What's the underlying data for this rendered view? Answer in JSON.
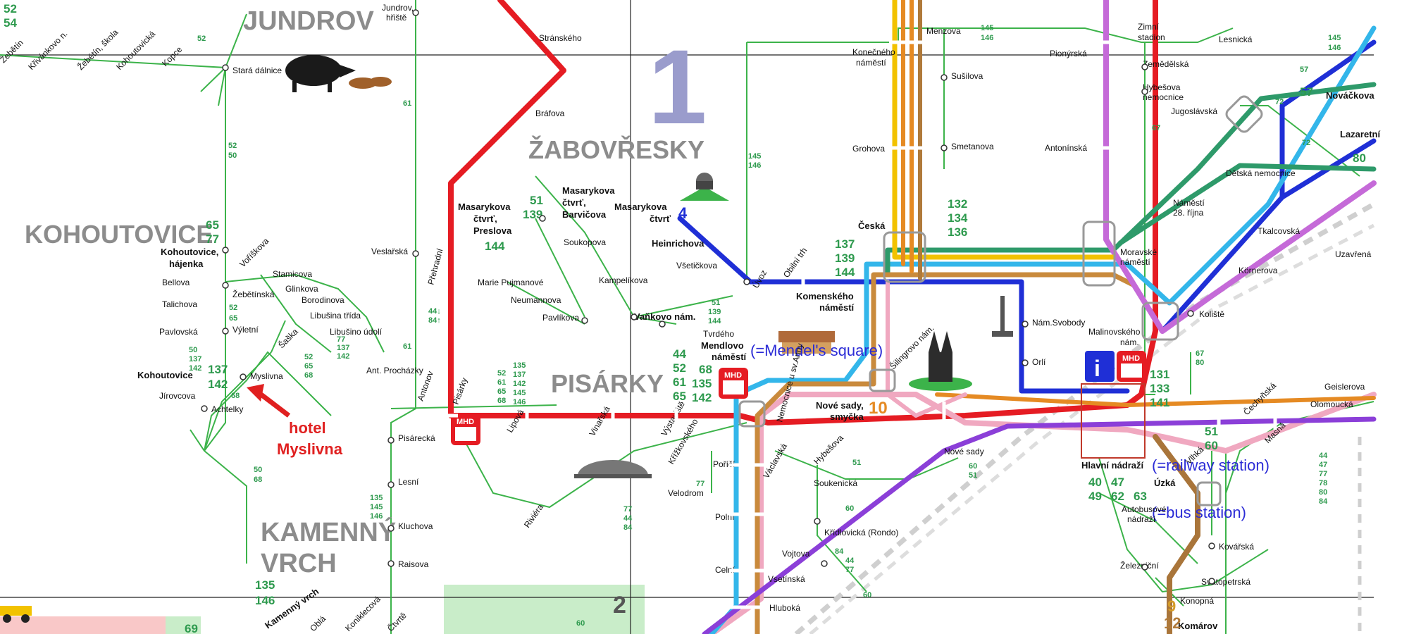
{
  "map": {
    "districts": {
      "jundrov": "JUNDROV",
      "zabovresky": "ŽABOVŘESKY",
      "kohoutovice": "KOHOUTOVICE",
      "pisarky": "PISÁRKY",
      "kamenny": "KAMENNÝ",
      "vrch": "VRCH"
    },
    "grid": {
      "sector_1": "1",
      "sector_2": "2"
    },
    "annotations": {
      "mendel": "(=Mendel's square)",
      "railway": "(=railway station)",
      "bus": "(=bus station)",
      "hotel_line1": "hotel",
      "hotel_line2": "Myslivna"
    },
    "mhd_label": "MHD",
    "info_label": "i",
    "major_stops": {
      "masarykova_barvicova_1": "Masarykova",
      "masarykova_barvicova_2": "čtvrť,",
      "masarykova_barvicova_3": "Barvičova",
      "masarykova_preslova_1": "Masarykova",
      "masarykova_preslova_2": "čtvrť,",
      "masarykova_preslova_3": "Preslova",
      "masarykova_4_1": "Masarykova",
      "masarykova_4_2": "čtvrť",
      "kohoutovice_hajenka_1": "Kohoutovice,",
      "kohoutovice_hajenka_2": "hájenka",
      "kohoutovice": "Kohoutovice",
      "komenskeho_1": "Komenského",
      "komenskeho_2": "náměstí",
      "mendlovo_1": "Mendlovo",
      "mendlovo_2": "náměstí",
      "nove_sady_smycka_1": "Nové sady,",
      "nove_sady_smycka_2": "smyčka",
      "ceska": "Česká",
      "hlavni_nadrazi": "Hlavní nádraží",
      "uzka": "Úzká",
      "zimni_stadion_1": "Zimní",
      "zimni_stadion_2": "stadion",
      "novackova": "Nováčkova",
      "lazaretni": "Lazaretní"
    },
    "stops": {
      "jundrov_hriste_1": "Jundrov,",
      "jundrov_hriste_2": "hřiště",
      "zebetin": "Žebětín",
      "krivankovo": "Křivánkovo n.",
      "zebetin_skola": "Žebětín, škola",
      "kohoutovicka": "Kohoutovická",
      "kopce": "Kopce",
      "stara_dalnice": "Stará dálnice",
      "stranskeho": "Stránského",
      "brafova": "Bráfova",
      "vaclavska_top": "Menzova",
      "konecneho_1": "Konečného",
      "konecneho_2": "náměstí",
      "susilova": "Sušilova",
      "grohova": "Grohova",
      "smetanova": "Smetanova",
      "pionyrska": "Pionýrská",
      "lesnicka": "Lesnická",
      "zemedelska": "Zemědělská",
      "hybesova_1": "Hybešova",
      "hybesova_2": "nemocnice",
      "jugoslavska": "Jugoslávská",
      "antoninska": "Antonínská",
      "detska": "Dětská nemocnice",
      "namesti28_1": "Náměstí",
      "namesti28_2": "28. října",
      "moravske_1": "Moravské",
      "moravske_2": "náměstí",
      "tkalcovska": "Tkalcovská",
      "kornerova": "Körnerova",
      "uzavrena": "Uzavřená",
      "koliste": "Koliště",
      "malinovskeho_1": "Malinovského",
      "malinovskeho_2": "nám.",
      "namsvobody": "Nám.Svobody",
      "orli": "Orlí",
      "geislerova": "Geislerova",
      "olomoucka": "Olomoucká",
      "cejl": "Čechyňská",
      "vlhka": "Vlhká",
      "masna": "Masná",
      "autobusove_1": "Autobusové",
      "autobusove_2": "nádraží",
      "kovarska": "Kovářská",
      "zeleznicni": "Železniční",
      "svatopetrska": "Svatopetrská",
      "konopna": "Konopná",
      "komarov": "Komárov",
      "nove_sady": "Nové sady",
      "soukenicka": "Soukenická",
      "hybesova_s": "Hybešova",
      "kridlovicka": "Křídlovická (Rondo)",
      "vojtova": "Vojtova",
      "vsetinska": "Vsetínská",
      "hluboka": "Hluboká",
      "polni": "Polní",
      "celni": "Celní",
      "porici": "Poříčí",
      "velodrom": "Velodrom",
      "krizkovskeho": "Křížkovského",
      "vystaviste": "Výstaviště",
      "vinohrady": "Vinařská",
      "lipova": "Lipová",
      "pisarky": "Pisárky",
      "pisarecka": "Pisárecká",
      "lesni": "Lesní",
      "kluchova": "Kluchova",
      "raisova": "Raisova",
      "antonov": "Antonov",
      "riviera": "Riviéra",
      "tvrdeho": "Tvrdého",
      "uvoz": "Úvoz",
      "obilni": "Obilní trh",
      "vanikovo": "Vaňkovo nám.",
      "heinrichova": "Heinrichova",
      "veticka": "Všetičkova",
      "kampelikova": "Kampelíkova",
      "soukopova": "Soukopova",
      "marie_pujmanove": "Marie Pujmanové",
      "neumannova": "Neumannova",
      "pavlikova": "Pavlíkova",
      "veslarska": "Veslařská",
      "pretvalska": "Přehradní",
      "ant_prochazky": "Ant. Procházky",
      "libusino": "Libušino údolí",
      "libusina": "Libušina třída",
      "borodinova": "Borodinova",
      "glinkova": "Glinkova",
      "stamicova": "Stamicova",
      "zebetinska": "Žebětínská",
      "vorsilska": "Voříškova",
      "vyletni": "Výletní",
      "saska": "Šaška",
      "bellova": "Bellova",
      "talichova": "Talichova",
      "pavlovska": "Pavlovská",
      "jirovcova": "Jírovcova",
      "achtelky": "Achtelky",
      "myslivna": "Myslivna",
      "kamenny_vrch": "Kamenný vrch",
      "oblá": "Oblá",
      "konecek": "Koniklecová",
      "celakovska": "Čtvrtě",
      "vaclavska": "Václavská",
      "nemocnice": "Nemocnice u sv.Anny",
      "silingrovo": "Šilingrovo nám."
    },
    "route_numbers": {
      "r52_54_a": "52",
      "r52_54_b": "54",
      "r52_top": "52",
      "r52_50_a": "52",
      "r52_50_b": "50",
      "r61_a": "61",
      "r61_b": "61",
      "r145_146_top_a": "145",
      "r145_146_top_b": "146",
      "r145_146_right_a": "145",
      "r145_146_right_b": "146",
      "r145_146_left_a": "145",
      "r145_146_left_b": "146",
      "r65_77_a": "65",
      "r65_77_b": "77",
      "r52_65_a": "52",
      "r52_65_b": "65",
      "r50_137_142_a": "50",
      "r50_137_142_b": "137",
      "r50_137_142_c": "142",
      "r137_142_big_a": "137",
      "r137_142_big_b": "142",
      "r68": "68",
      "r50_68_a": "50",
      "r50_68_b": "68",
      "r52_65_68_a": "52",
      "r52_65_68_b": "65",
      "r52_65_68_c": "68",
      "r77_137_142_a": "77",
      "r77_137_142_b": "137",
      "r77_137_142_c": "142",
      "r51_139_a": "51",
      "r51_139_b": "139",
      "r144": "144",
      "r4": "4",
      "r51_139_144_a": "51",
      "r51_139_144_b": "139",
      "r51_139_144_c": "144",
      "r137_139_144_a": "137",
      "r137_139_144_b": "139",
      "r137_139_144_c": "144",
      "r132_134_136_a": "132",
      "r132_134_136_b": "134",
      "r132_134_136_c": "136",
      "r44_52_61_65_a": "44",
      "r44_52_61_65_b": "52",
      "r44_52_61_65_c": "61",
      "r44_52_61_65_d": "65",
      "r68_135_142_a": "68",
      "r68_135_142_b": "135",
      "r68_135_142_c": "142",
      "r52_61_65_68_a": "52",
      "r52_61_65_68_b": "61",
      "r52_61_65_68_c": "65",
      "r52_61_65_68_d": "68",
      "r135_137_142_145_146_a": "135",
      "r135_137_142_145_146_b": "137",
      "r135_137_142_145_146_c": "142",
      "r135_137_142_145_146_d": "145",
      "r135_137_142_145_146_e": "146",
      "r44_84_a": "44↓",
      "r44_84_b": "84↑",
      "r135_145_146_a": "135",
      "r135_145_146_b": "145",
      "r135_145_146_c": "146",
      "r135_146_big_a": "135",
      "r135_146_big_b": "146",
      "r131_133_141_a": "131",
      "r131_133_141_b": "133",
      "r131_133_141_c": "141",
      "r40_47_49_62_63_a": "40",
      "r40_47_49_62_63_b": "47",
      "r40_47_49_62_63_c": "49",
      "r40_47_49_62_63_d": "62",
      "r40_47_49_62_63_e": "63",
      "r51_60_a": "51",
      "r51_60_b": "60",
      "r57_a": "57",
      "r57_b": "57",
      "r72_a": "72",
      "r72_b": "72",
      "r80_right": "80",
      "r67": "67",
      "r67_80_a": "67",
      "r67_80_b": "80",
      "r60_51_a": "60",
      "r60_51_b": "51",
      "r51_sm": "51",
      "r60_sm": "60",
      "r60_sm_b": "60",
      "r77_sm": "77",
      "r77_44_84_a": "77",
      "r77_44_84_b": "44",
      "r77_44_84_c": "84",
      "r84_44_77_a": "84",
      "r84_44_77_b": "44",
      "r84_44_77_c": "77",
      "r60_bottom": "60",
      "r69": "69",
      "r44_col": "44",
      "r47_col": "47",
      "r77_col": "77",
      "r78_col": "78",
      "r80_col": "80",
      "r84_col": "84",
      "r9": "9",
      "r12": "12",
      "r10": "10"
    },
    "line_colors": {
      "line1": "#e51c23",
      "line2": "#f0a8c0",
      "line3": "#2e9a6a",
      "line4": "#1f2fd6",
      "line5": "#33b6ea",
      "line6": "#c98a3c",
      "line7": "#c56ad8",
      "line8": "#8b3fd8",
      "line9": "#d49c2a",
      "line10": "#8a5a2a",
      "line11": "#f2c200",
      "line12": "#b07a3a",
      "line13": "#e58a23",
      "bus": "#3cb34a",
      "rail": "#cccccc"
    },
    "icons": {
      "boar": "boar-icon",
      "observatory": "observatory-icon",
      "monument": "column-monument-icon",
      "cathedral": "cathedral-icon",
      "villa": "villa-icon",
      "stadium": "exhibition-hall-icon",
      "racecar": "racecar-icon",
      "arrow": "red-arrow-icon"
    }
  }
}
